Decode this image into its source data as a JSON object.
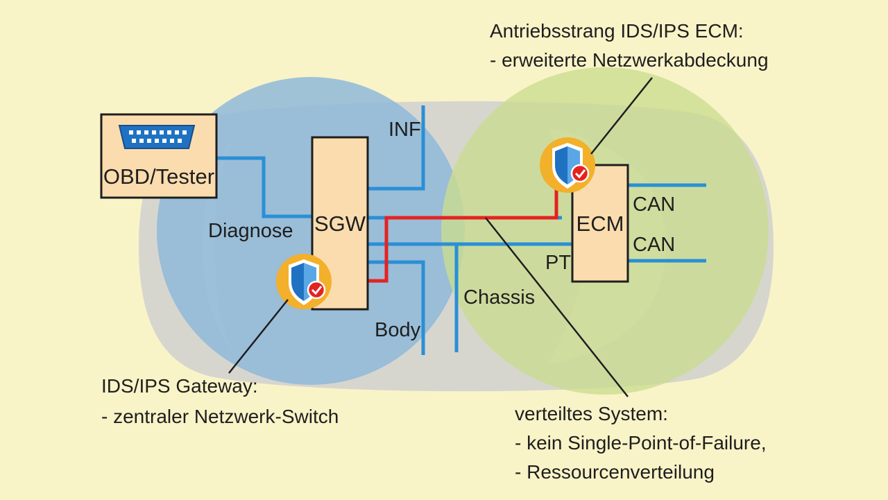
{
  "colors": {
    "background": "#f9f3c8",
    "car_body": "#d6d6cf",
    "zone_left": "#8fb8d9",
    "zone_right": "#c9dc8e",
    "box_fill": "#fbdcae",
    "bus_blue": "#2a8fd6",
    "secure_link_red": "#e42320",
    "shield_badge": "#f3b02a",
    "shield_blue": "#1f72c2"
  },
  "nodes": {
    "obd_tester": "OBD/Tester",
    "sgw": "SGW",
    "ecm": "ECM"
  },
  "bus_labels": {
    "inf": "INF",
    "diagnose": "Diagnose",
    "body": "Body",
    "chassis": "Chassis",
    "pt": "PT",
    "can_1": "CAN",
    "can_2": "CAN"
  },
  "icons": {
    "connector": "obd-connector-icon",
    "shield": "security-shield-icon"
  },
  "annotations": {
    "ecm": {
      "title": "Antriebsstrang IDS/IPS ECM:",
      "lines": [
        "- erweiterte Netzwerkabdeckung"
      ]
    },
    "gateway": {
      "title": "IDS/IPS Gateway:",
      "lines": [
        "- zentraler Netzwerk-Switch"
      ]
    },
    "distributed": {
      "title": "verteiltes System:",
      "lines": [
        "- kein Single-Point-of-Failure,",
        "- Ressourcenverteilung"
      ]
    }
  }
}
